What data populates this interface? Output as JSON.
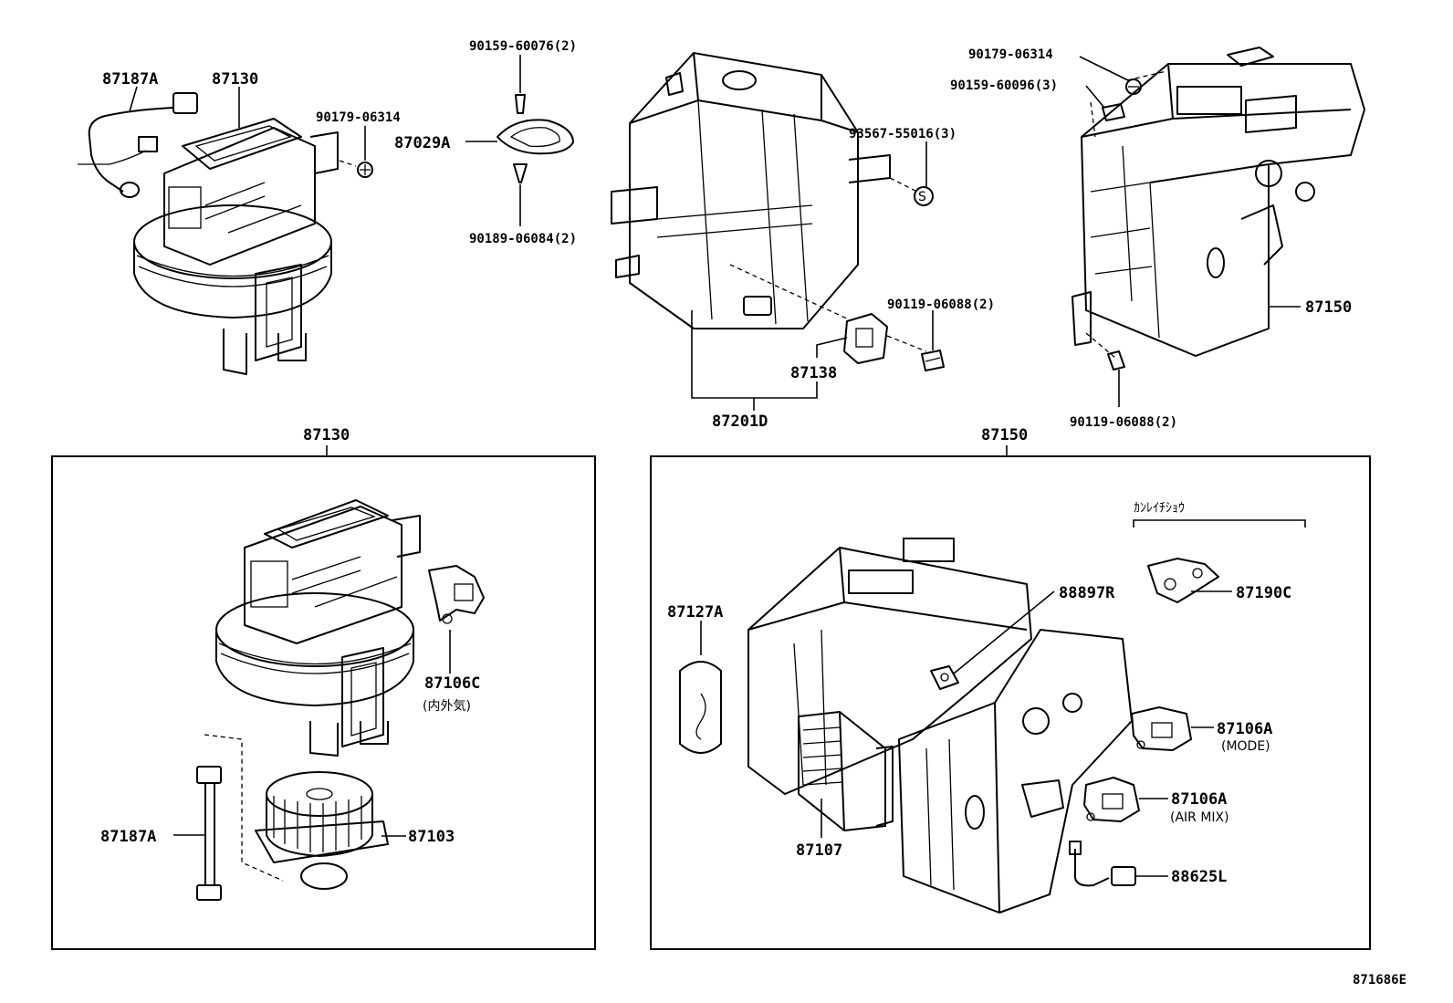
{
  "top": {
    "blower_unit": {
      "harness_label": "87187A",
      "unit_label": "87130",
      "screw_label": "90179-06314"
    },
    "seal_group": {
      "top_screw_label": "90159-60076(2)",
      "seal_label": "87029A",
      "bottom_screw_label": "90189-06084(2)"
    },
    "evaporator": {
      "clip_label": "93567-55016(3)",
      "clip_symbol": "S",
      "bolt_label": "90119-06088(2)",
      "sensor_label": "87138",
      "assy_label": "87201D"
    },
    "heater_unit": {
      "screw_label": "90179-06314",
      "bolt_label": "90159-60096(3)",
      "unit_label": "87150",
      "bottom_bolt_label": "90119-06088(2)"
    }
  },
  "left_panel": {
    "title": "87130",
    "servo_label": "87106C",
    "servo_note": "(内外気)",
    "resistor_label": "87187A",
    "motor_label": "87103"
  },
  "right_panel": {
    "title": "87150",
    "header_note": "ｶﾝﾚｲﾁｼｮｳ",
    "link_label": "87190C",
    "damper_label": "88897R",
    "pad_label": "87127A",
    "core_label": "87107",
    "mode_servo_label": "87106A",
    "mode_note": "(MODE)",
    "airmix_servo_label": "87106A",
    "airmix_note": "(AIR MIX)",
    "sensor_label": "88625L"
  },
  "footer": {
    "figure_code": "871686E"
  }
}
